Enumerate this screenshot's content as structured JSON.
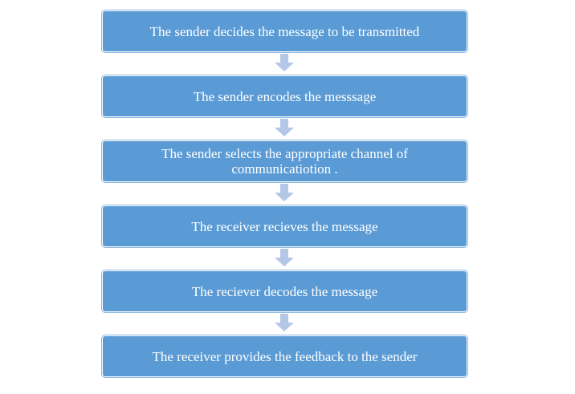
{
  "diagram": {
    "steps": [
      "The sender decides the message to be transmitted",
      "The sender encodes the messsage",
      "The sender selects the appropriate channel of communicatiotion .",
      "The receiver recieves the message",
      "The reciever decodes the message",
      "The receiver provides the feedback to the sender"
    ],
    "colors": {
      "box_fill": "#5b9bd5",
      "box_text": "#ffffff",
      "arrow_fill": "#b4c7e7"
    }
  }
}
